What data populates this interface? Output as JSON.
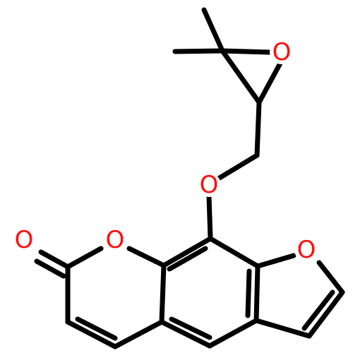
{
  "molecule": {
    "atoms": {
      "o_carbonyl": {
        "symbol": "O",
        "color": "#ff0d0d"
      },
      "o_lactone": {
        "symbol": "O",
        "color": "#ff0d0d"
      },
      "o_ether": {
        "symbol": "O",
        "color": "#ff0d0d"
      },
      "o_furan": {
        "symbol": "O",
        "color": "#ff0d0d"
      },
      "o_epoxide": {
        "symbol": "O",
        "color": "#ff0d0d"
      }
    },
    "bond_color": "#000000",
    "background": "#ffffff"
  }
}
